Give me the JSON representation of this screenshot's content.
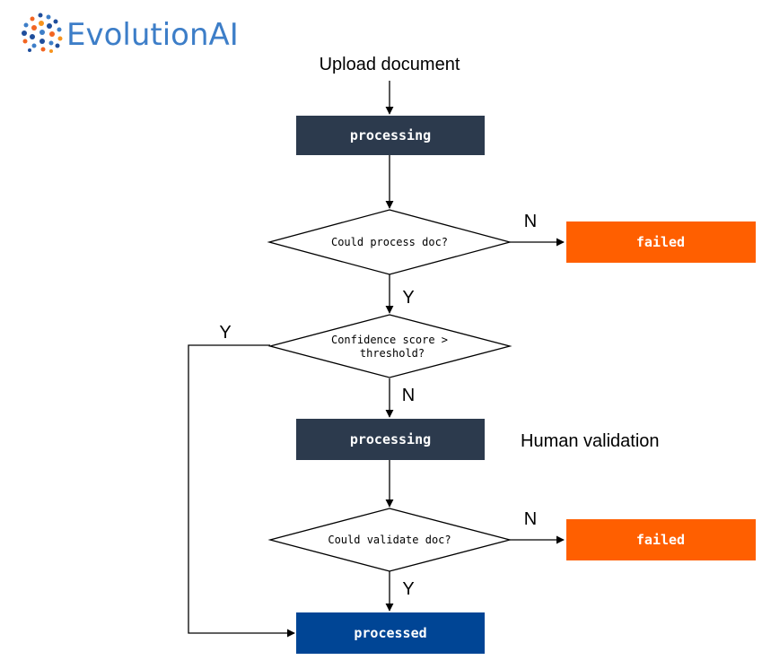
{
  "brand": {
    "name": "EvolutionAI",
    "color": "#3d7ec8",
    "dot_colors": [
      "#1f4e9c",
      "#f26522",
      "#3d7ec8",
      "#f7941d"
    ],
    "icon": "dotted-cluster-logo-icon"
  },
  "flow": {
    "start_label": "Upload document",
    "processing_label": "processing",
    "failed_label": "failed",
    "processed_label": "processed",
    "decision_process": "Could process doc?",
    "decision_confidence_line1": "Confidence score >",
    "decision_confidence_line2": "threshold?",
    "decision_validate": "Could validate doc?",
    "human_validation": "Human validation",
    "yes": "Y",
    "no": "N"
  },
  "colors": {
    "processing": "#2c3a4d",
    "failed": "#ff5f00",
    "processed": "#004595",
    "line": "#000000"
  }
}
